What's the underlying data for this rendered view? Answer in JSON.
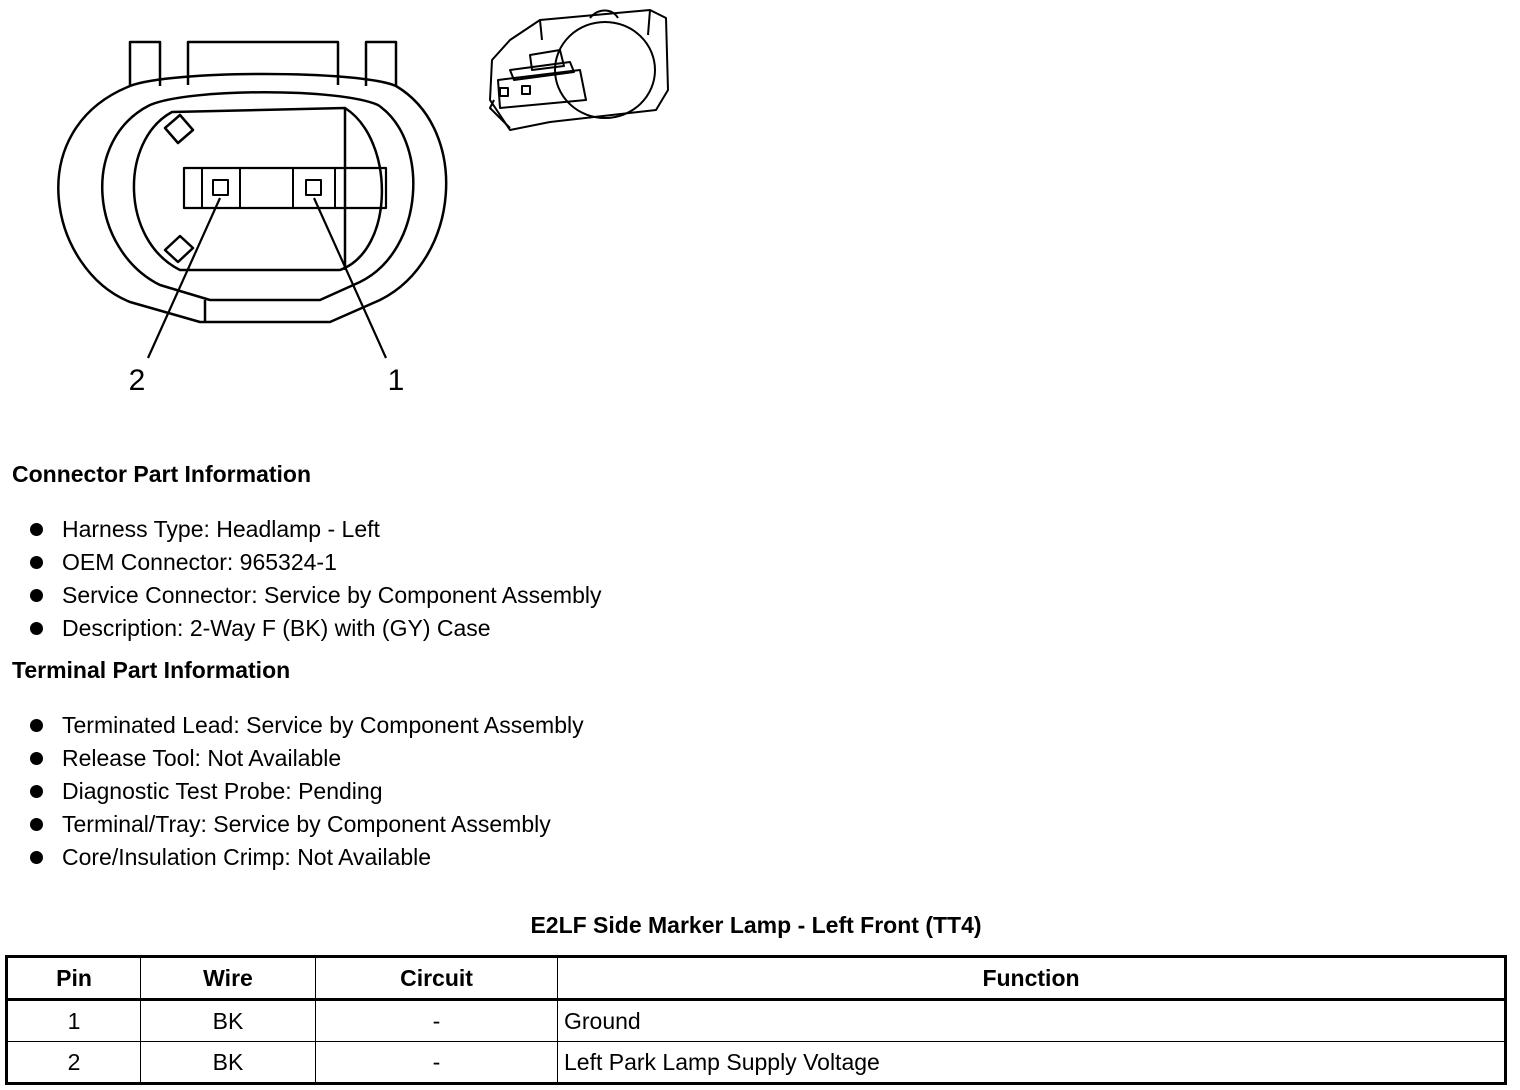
{
  "diagram": {
    "pin_labels": [
      "2",
      "1"
    ]
  },
  "connector_info": {
    "heading": "Connector Part Information",
    "items": [
      "Harness Type: Headlamp - Left",
      "OEM Connector: 965324-1",
      "Service Connector: Service by Component Assembly",
      "Description: 2-Way F (BK) with (GY) Case"
    ]
  },
  "terminal_info": {
    "heading": "Terminal Part Information",
    "items": [
      "Terminated Lead: Service by Component Assembly",
      "Release Tool: Not Available",
      "Diagnostic Test Probe: Pending",
      "Terminal/Tray: Service by Component Assembly",
      "Core/Insulation Crimp: Not Available"
    ]
  },
  "pin_table": {
    "title": "E2LF Side Marker Lamp - Left Front (TT4)",
    "headers": [
      "Pin",
      "Wire",
      "Circuit",
      "Function"
    ],
    "rows": [
      [
        "1",
        "BK",
        "-",
        "Ground"
      ],
      [
        "2",
        "BK",
        "-",
        "Left Park Lamp Supply Voltage"
      ]
    ]
  }
}
